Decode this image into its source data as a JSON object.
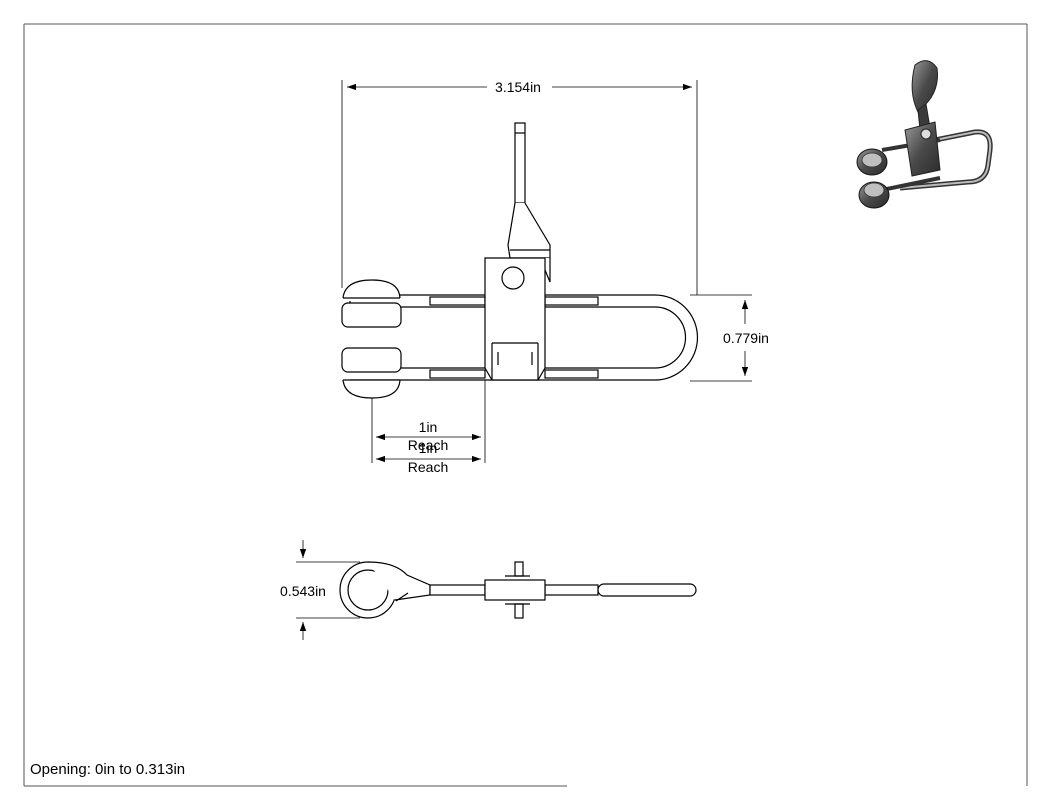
{
  "dimensions": {
    "overall_length": "3.154in",
    "jaw_height": "0.779in",
    "reach_top_value": "1in",
    "reach_top_label": "Reach",
    "reach_bottom_value": "1in",
    "reach_bottom_label": "Reach",
    "ring_diameter": "0.543in"
  },
  "note": "Opening: 0in to 0.313in"
}
